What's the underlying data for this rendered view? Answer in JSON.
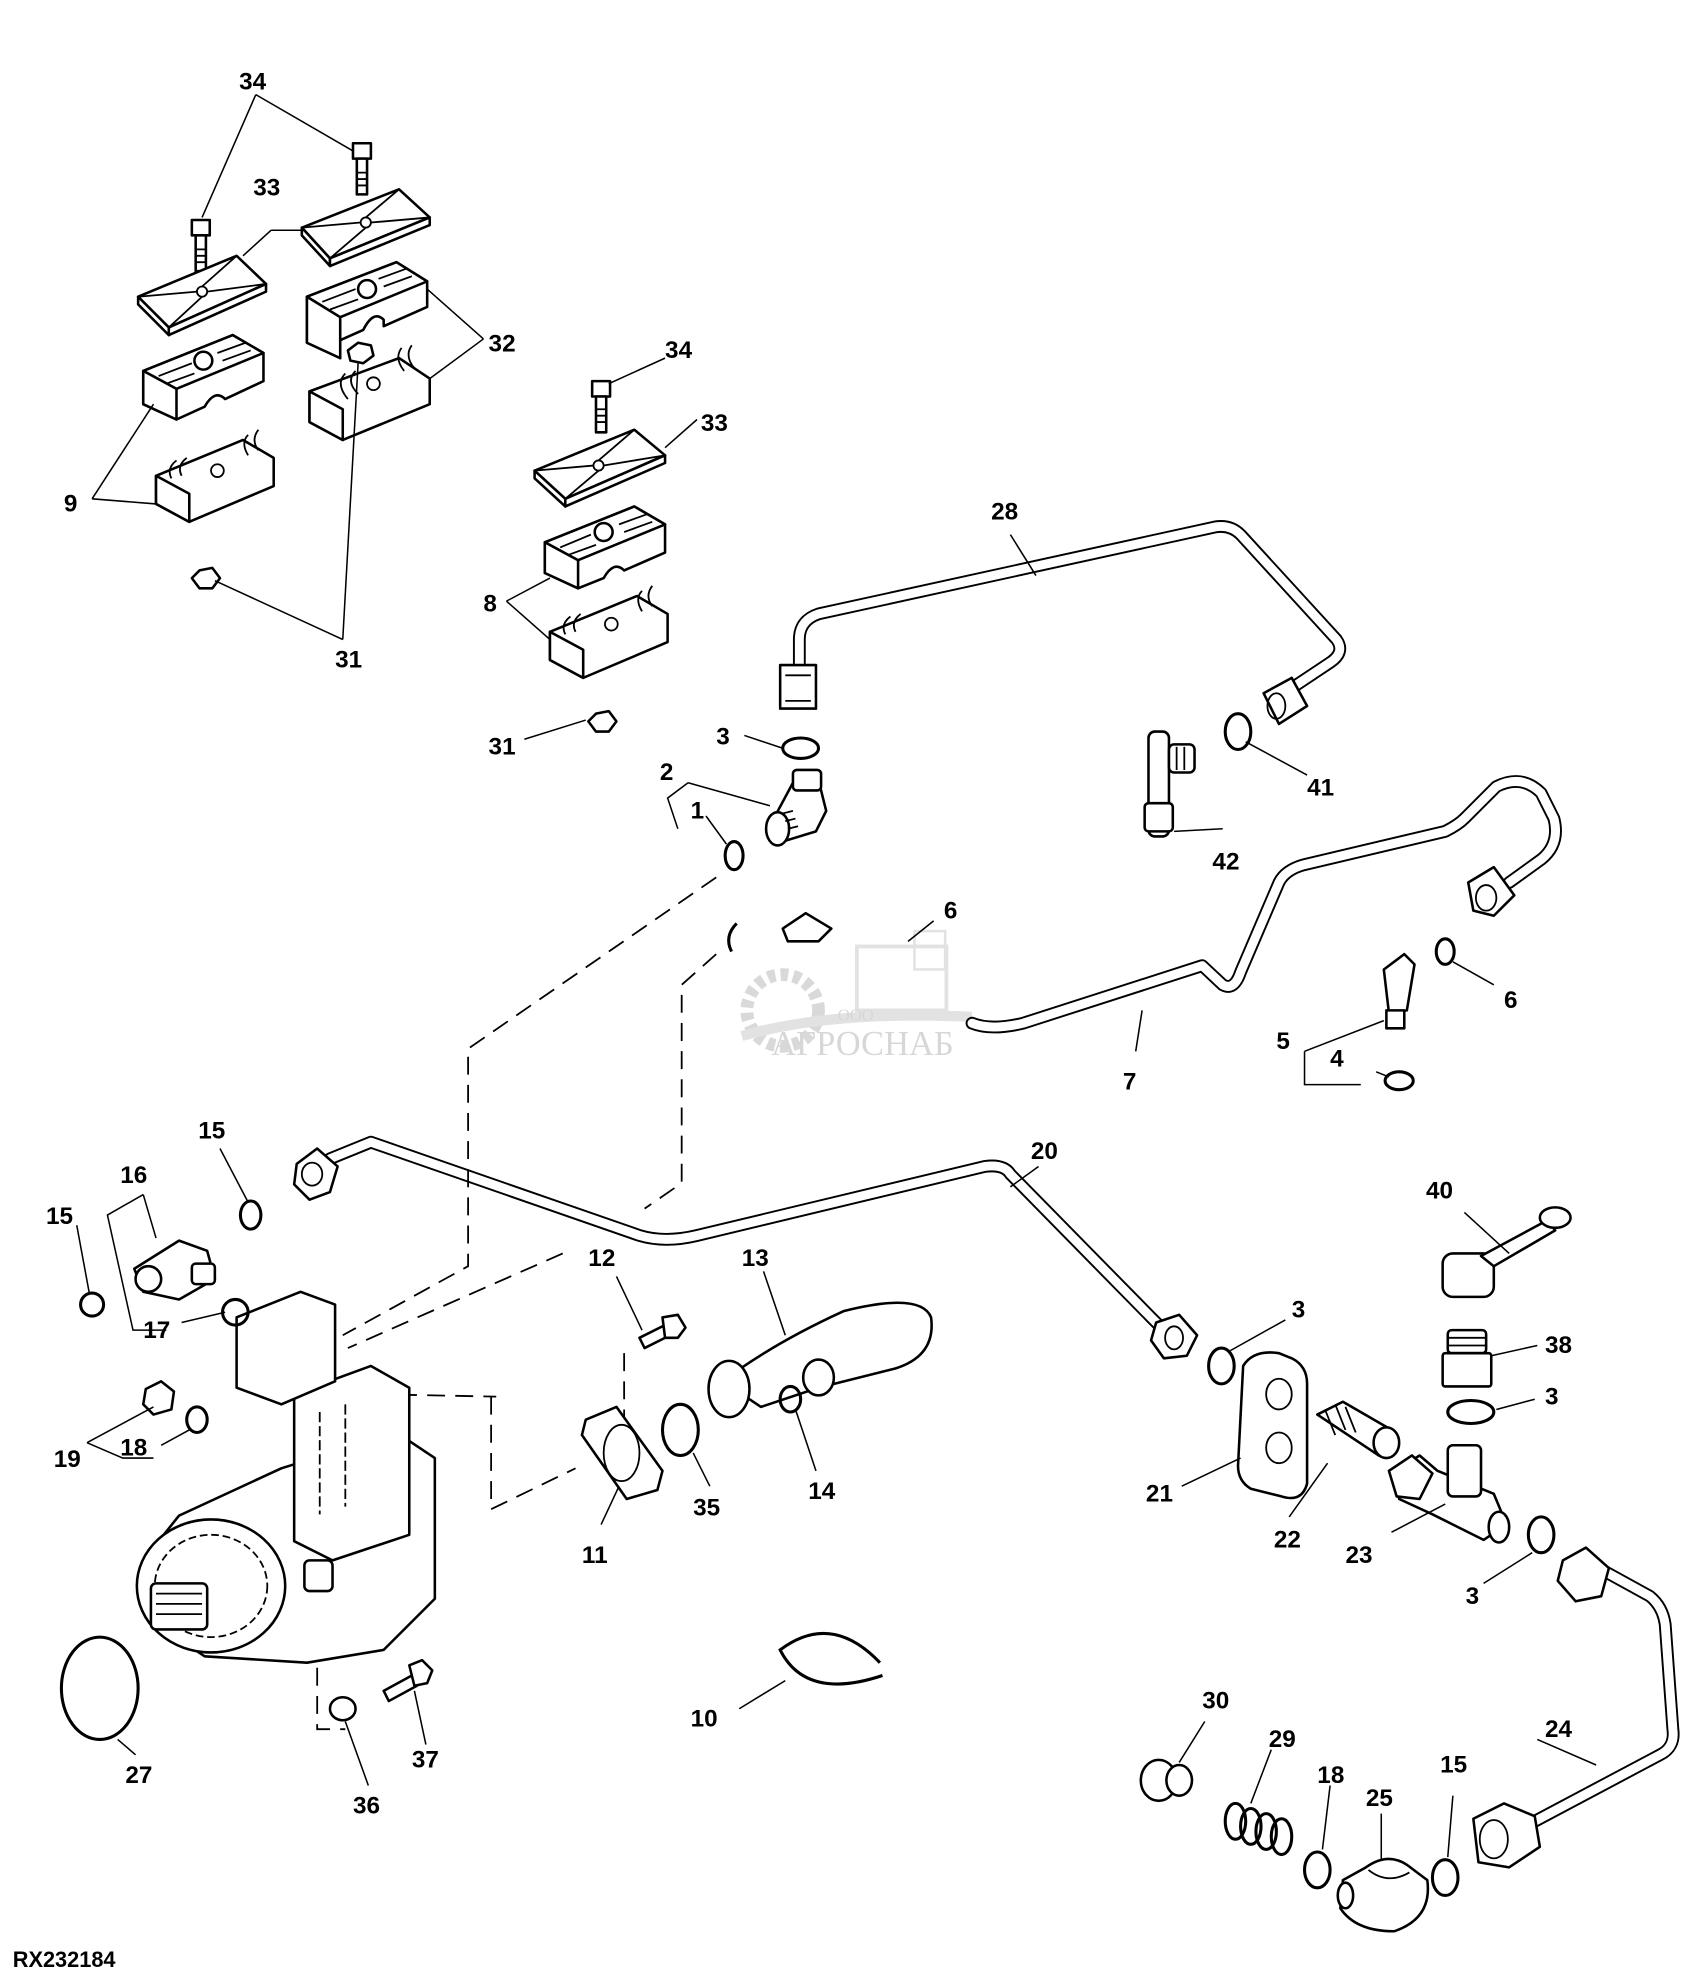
{
  "figure_id": "RX232184",
  "watermark": {
    "prefix": "ООО",
    "name": "АГРОСНАБ",
    "color": "#b0b0b0"
  },
  "callouts": [
    {
      "id": "c34a",
      "text": "34"
    },
    {
      "id": "c33a",
      "text": "33"
    },
    {
      "id": "c32",
      "text": "32"
    },
    {
      "id": "c9",
      "text": "9"
    },
    {
      "id": "c31a",
      "text": "31"
    },
    {
      "id": "c34b",
      "text": "34"
    },
    {
      "id": "c33b",
      "text": "33"
    },
    {
      "id": "c8",
      "text": "8"
    },
    {
      "id": "c31b",
      "text": "31"
    },
    {
      "id": "c28",
      "text": "28"
    },
    {
      "id": "c3a",
      "text": "3"
    },
    {
      "id": "c2",
      "text": "2"
    },
    {
      "id": "c1",
      "text": "1"
    },
    {
      "id": "c41",
      "text": "41"
    },
    {
      "id": "c42",
      "text": "42"
    },
    {
      "id": "c6a",
      "text": "6"
    },
    {
      "id": "c5",
      "text": "5"
    },
    {
      "id": "c6b",
      "text": "6"
    },
    {
      "id": "c4",
      "text": "4"
    },
    {
      "id": "c7",
      "text": "7"
    },
    {
      "id": "c15a",
      "text": "15"
    },
    {
      "id": "c16",
      "text": "16"
    },
    {
      "id": "c15b",
      "text": "15"
    },
    {
      "id": "c17",
      "text": "17"
    },
    {
      "id": "c20",
      "text": "20"
    },
    {
      "id": "c40",
      "text": "40"
    },
    {
      "id": "c12",
      "text": "12"
    },
    {
      "id": "c13",
      "text": "13"
    },
    {
      "id": "c3b",
      "text": "3"
    },
    {
      "id": "c38",
      "text": "38"
    },
    {
      "id": "c3c",
      "text": "3"
    },
    {
      "id": "c19",
      "text": "19"
    },
    {
      "id": "c18a",
      "text": "18"
    },
    {
      "id": "c11",
      "text": "11"
    },
    {
      "id": "c35",
      "text": "35"
    },
    {
      "id": "c14",
      "text": "14"
    },
    {
      "id": "c21",
      "text": "21"
    },
    {
      "id": "c22",
      "text": "22"
    },
    {
      "id": "c23",
      "text": "23"
    },
    {
      "id": "c3d",
      "text": "3"
    },
    {
      "id": "c27",
      "text": "27"
    },
    {
      "id": "c10",
      "text": "10"
    },
    {
      "id": "c37",
      "text": "37"
    },
    {
      "id": "c36",
      "text": "36"
    },
    {
      "id": "c30",
      "text": "30"
    },
    {
      "id": "c29",
      "text": "29"
    },
    {
      "id": "c24",
      "text": "24"
    },
    {
      "id": "c18b",
      "text": "18"
    },
    {
      "id": "c25",
      "text": "25"
    },
    {
      "id": "c15c",
      "text": "15"
    }
  ]
}
